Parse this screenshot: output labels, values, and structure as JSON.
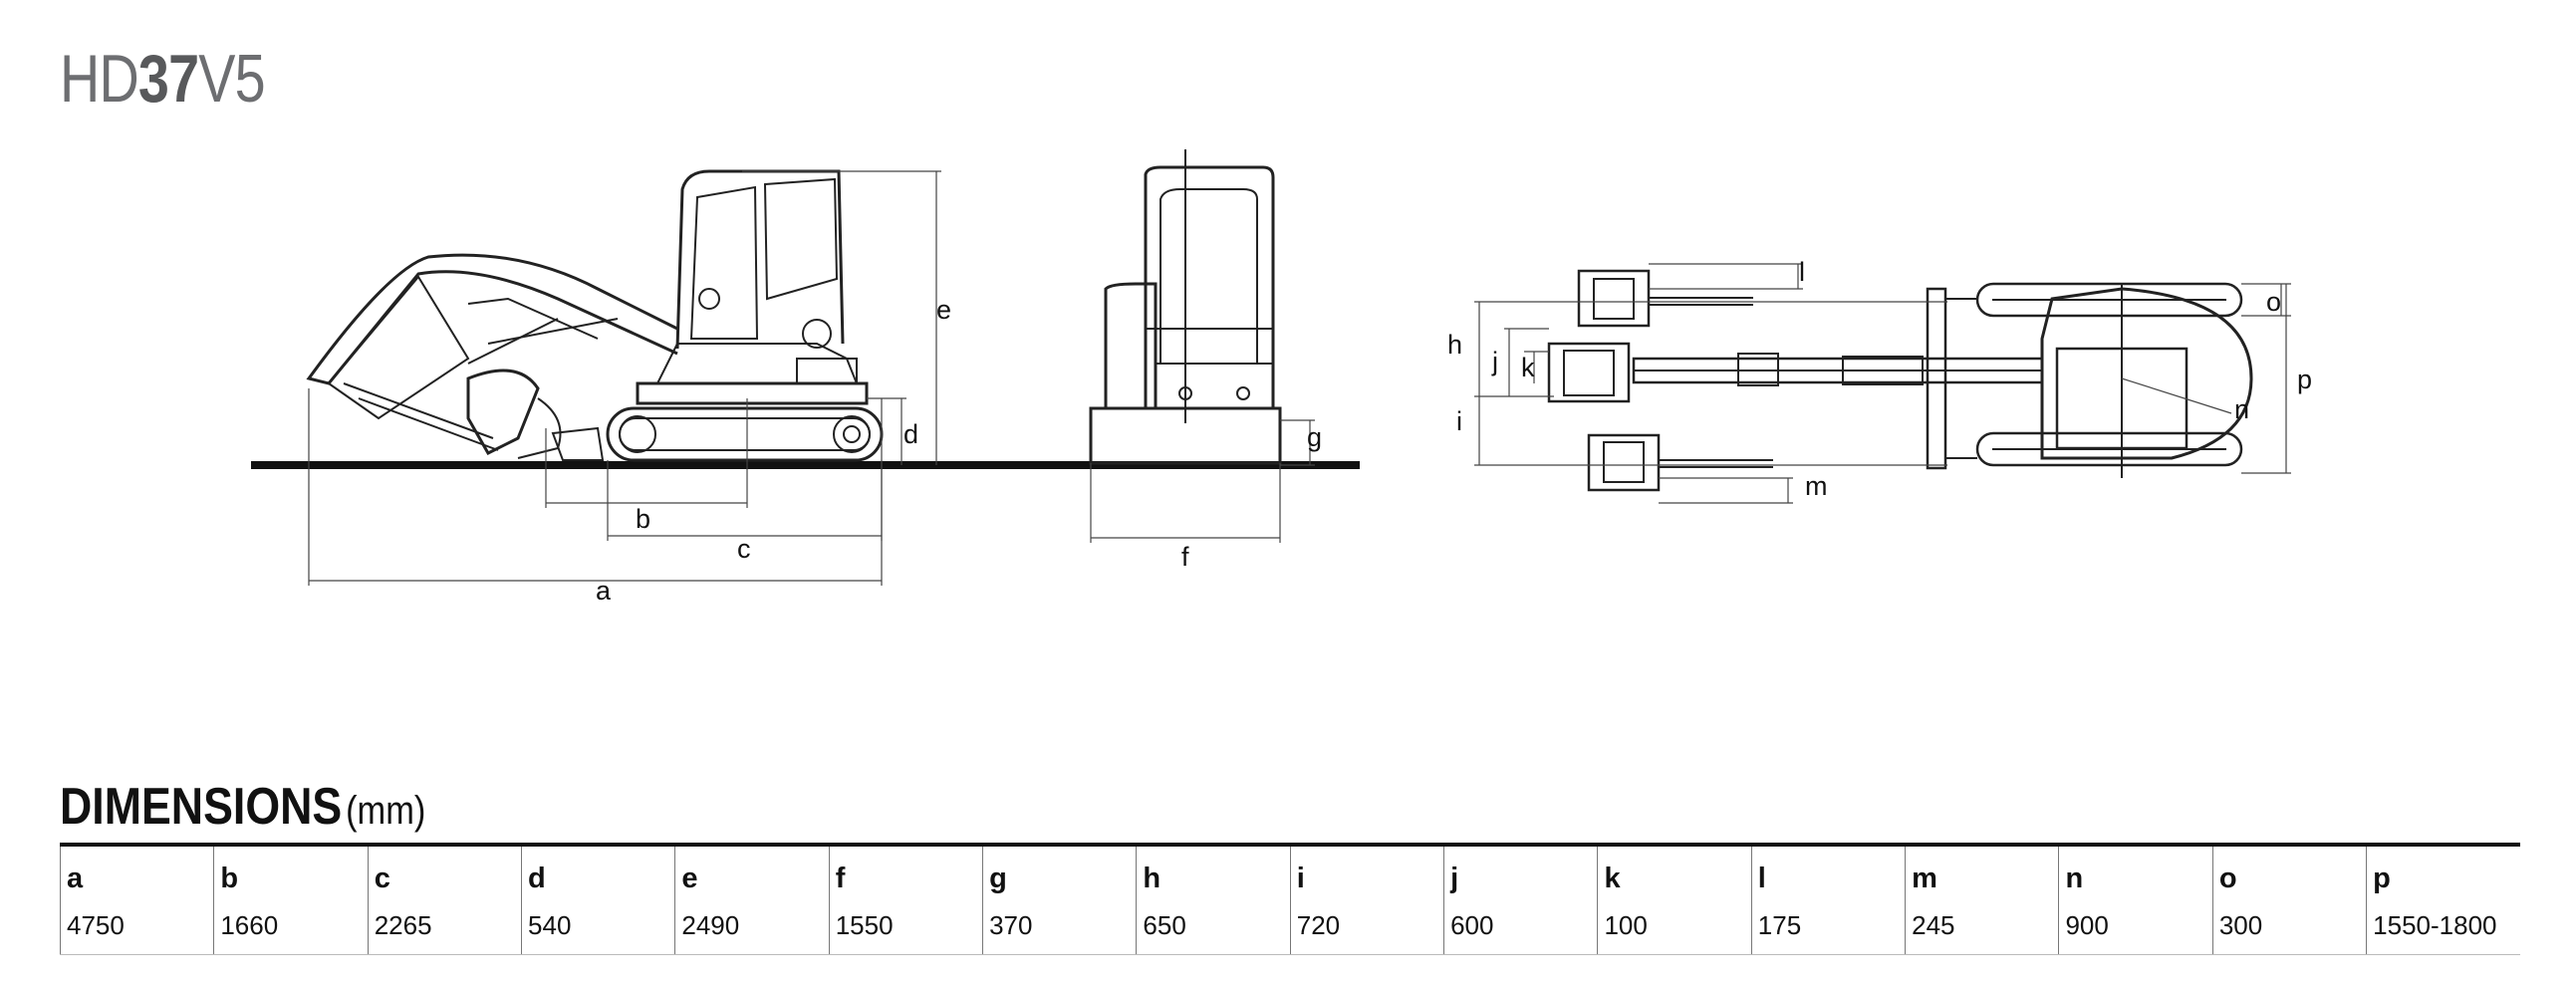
{
  "header": {
    "title_prefix": "HD",
    "title_bold": "37",
    "title_suffix": "V5"
  },
  "diagram_labels": {
    "a": "a",
    "b": "b",
    "c": "c",
    "d": "d",
    "e": "e",
    "f": "f",
    "g": "g",
    "h": "h",
    "i": "i",
    "j": "j",
    "k": "k",
    "l": "l",
    "m": "m",
    "n": "n",
    "o": "o",
    "p": "p"
  },
  "dimensions": {
    "heading": "DIMENSIONS",
    "unit": "(mm)",
    "columns": [
      {
        "key": "a",
        "value": "4750"
      },
      {
        "key": "b",
        "value": "1660"
      },
      {
        "key": "c",
        "value": "2265"
      },
      {
        "key": "d",
        "value": "540"
      },
      {
        "key": "e",
        "value": "2490"
      },
      {
        "key": "f",
        "value": "1550"
      },
      {
        "key": "g",
        "value": "370"
      },
      {
        "key": "h",
        "value": "650"
      },
      {
        "key": "i",
        "value": "720"
      },
      {
        "key": "j",
        "value": "600"
      },
      {
        "key": "k",
        "value": "100"
      },
      {
        "key": "l",
        "value": "175"
      },
      {
        "key": "m",
        "value": "245"
      },
      {
        "key": "n",
        "value": "900"
      },
      {
        "key": "o",
        "value": "300"
      },
      {
        "key": "p",
        "value": "1550-1800"
      }
    ]
  }
}
